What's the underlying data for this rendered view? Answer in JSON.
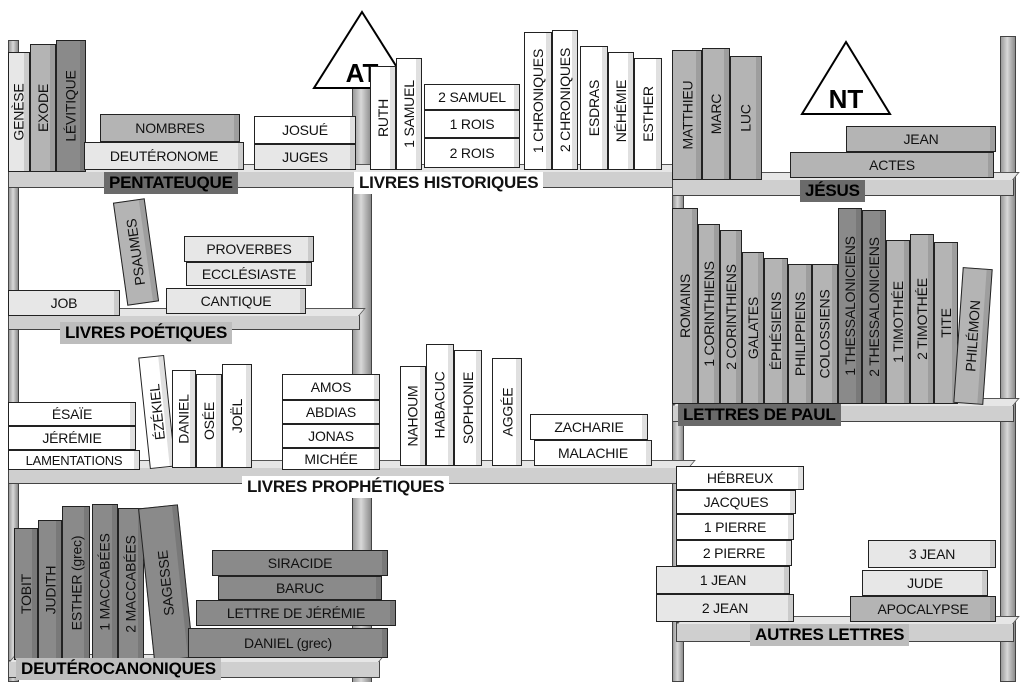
{
  "testaments": {
    "old": "AT",
    "new": "NT"
  },
  "sections": {
    "pentateuque": "PENTATEUQUE",
    "historiques": "LIVRES HISTORIQUES",
    "poetiques": "LIVRES POÉTIQUES",
    "prophetiques": "LIVRES PROPHÉTIQUES",
    "deuterocanoniques": "DEUTÉROCANONIQUES",
    "jesus": "JÉSUS",
    "paul": "LETTRES DE PAUL",
    "autres": "AUTRES LETTRES"
  },
  "books": {
    "genese": "GENÈSE",
    "exode": "EXODE",
    "levitique": "LÉVITIQUE",
    "nombres": "NOMBRES",
    "deuteronome": "DEUTÉRONOME",
    "josue": "JOSUÉ",
    "juges": "JUGES",
    "ruth": "RUTH",
    "samuel1": "1 SAMUEL",
    "samuel2": "2 SAMUEL",
    "rois1": "1 ROIS",
    "rois2": "2 ROIS",
    "chroniques1": "1 CHRONIQUES",
    "chroniques2": "2 CHRONIQUES",
    "esdras": "ESDRAS",
    "nehemie": "NÉHÉMIE",
    "esther": "ESTHER",
    "matthieu": "MATTHIEU",
    "marc": "MARC",
    "luc": "LUC",
    "jean": "JEAN",
    "actes": "ACTES",
    "job": "JOB",
    "psaumes": "PSAUMES",
    "proverbes": "PROVERBES",
    "ecclesiaste": "ECCLÉSIASTE",
    "cantique": "CANTIQUE",
    "romains": "ROMAINS",
    "corinthiens1": "1 CORINTHIENS",
    "corinthiens2": "2 CORINTHIENS",
    "galates": "GALATES",
    "ephesiens": "ÉPHÉSIENS",
    "philippiens": "PHILIPPIENS",
    "colossiens": "COLOSSIENS",
    "thess1": "1 THESSALONICIENS",
    "thess2": "2 THESSALONICIENS",
    "timothee1": "1 TIMOTHÉE",
    "timothee2": "2 TIMOTHÉE",
    "tite": "TITE",
    "philemon": "PHILÉMON",
    "esaie": "ÉSAÏE",
    "jeremie": "JÉRÉMIE",
    "lamentations": "LAMENTATIONS",
    "ezekiel": "ÉZÉKIEL",
    "daniel": "DANIEL",
    "osee": "OSÉE",
    "joel": "JOËL",
    "amos": "AMOS",
    "abdias": "ABDIAS",
    "jonas": "JONAS",
    "michee": "MICHÉE",
    "nahoum": "NAHOUM",
    "habacuc": "HABACUC",
    "sophonie": "SOPHONIE",
    "aggee": "AGGÉE",
    "zacharie": "ZACHARIE",
    "malachie": "MALACHIE",
    "hebreux": "HÉBREUX",
    "jacques": "JACQUES",
    "pierre1": "1 PIERRE",
    "pierre2": "2 PIERRE",
    "jean1": "1 JEAN",
    "jean2": "2 JEAN",
    "jean3": "3 JEAN",
    "jude": "JUDE",
    "apocalypse": "APOCALYPSE",
    "tobit": "TOBIT",
    "judith": "JUDITH",
    "esther_grec": "ESTHER (grec)",
    "maccabees1": "1 MACCABÉES",
    "maccabees2": "2 MACCABÉES",
    "sagesse": "SAGESSE",
    "siracide": "SIRACIDE",
    "baruc": "BARUC",
    "lettre_jeremie": "LETTRE DE JÉRÉMIE",
    "daniel_grec": "DANIEL (grec)"
  }
}
